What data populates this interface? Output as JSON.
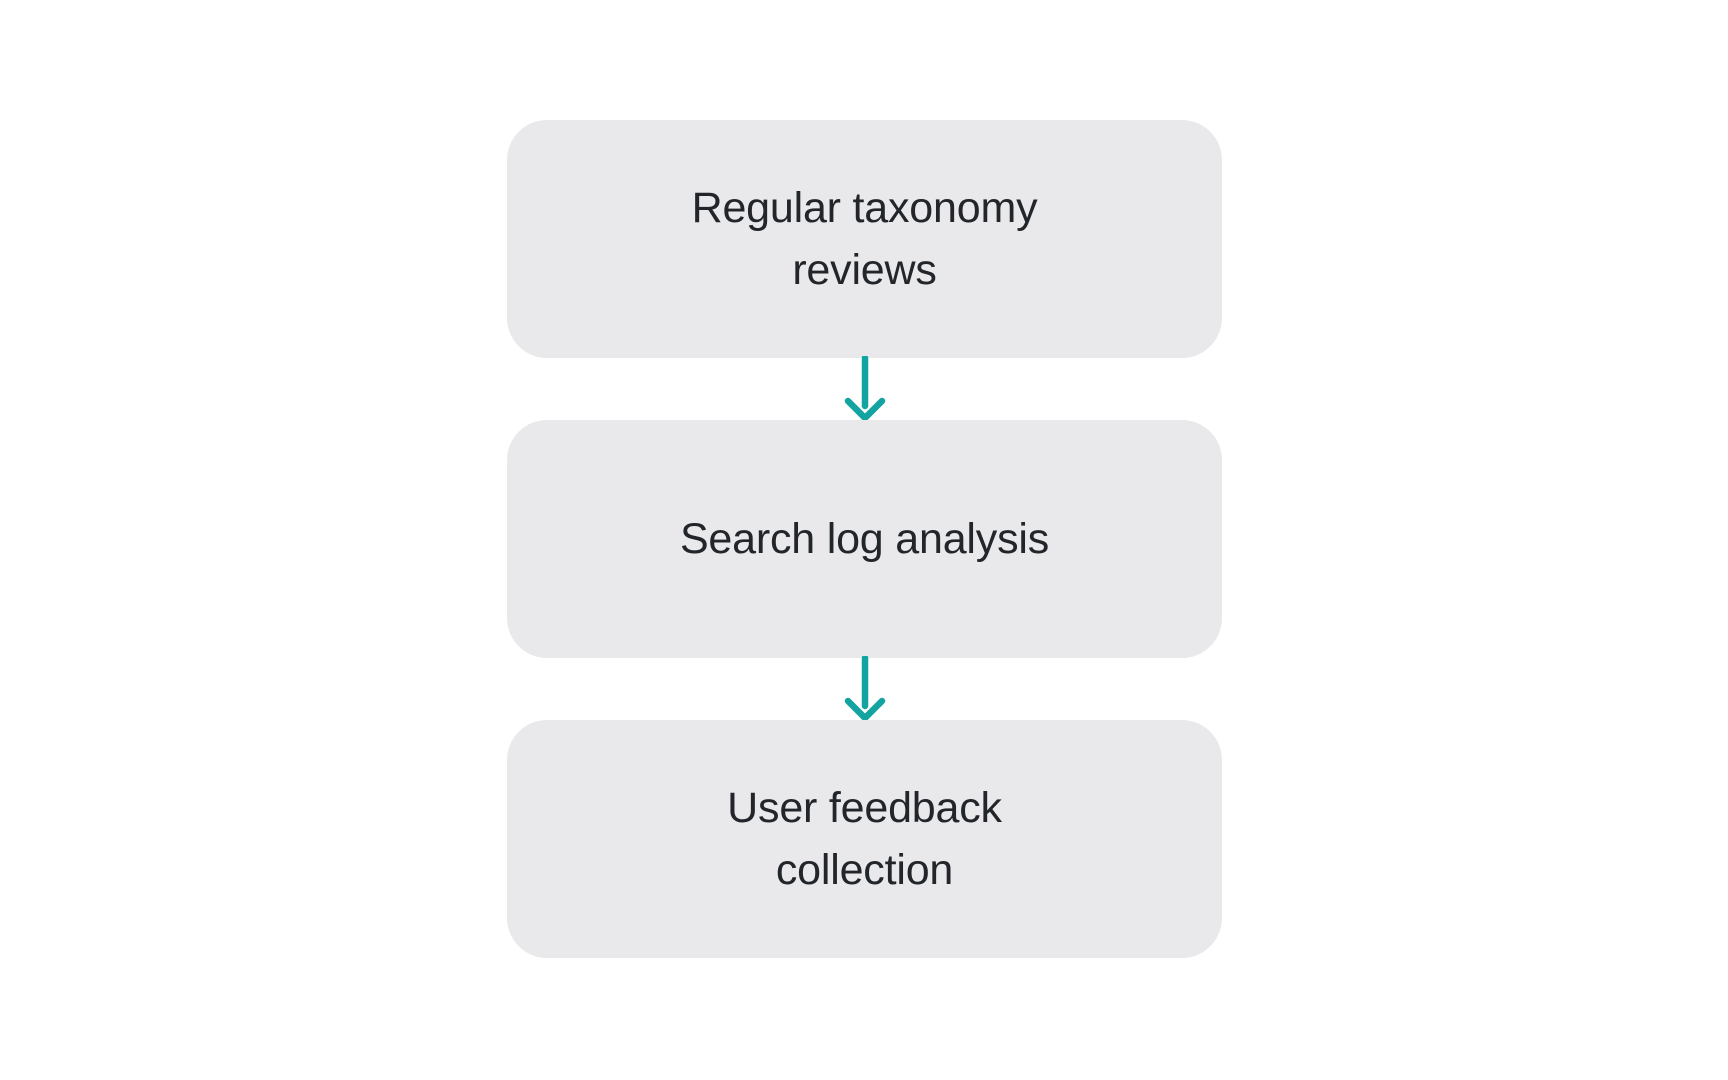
{
  "diagram": {
    "type": "flowchart",
    "orientation": "vertical-top-to-bottom",
    "background_color": "#FFFFFF",
    "node_fill_color": "#E9E9EB",
    "node_text_color": "#22252A",
    "edge_color": "#13A3A0",
    "nodes": [
      {
        "id": "node-0",
        "label": "Regular taxonomy\nreviews",
        "shape": "rounded-rectangle"
      },
      {
        "id": "node-1",
        "label": "Search log analysis",
        "shape": "rounded-rectangle"
      },
      {
        "id": "node-2",
        "label": "User feedback\ncollection",
        "shape": "rounded-rectangle"
      }
    ],
    "edges": [
      {
        "id": "edge-0",
        "from": "node-0",
        "to": "node-1",
        "label": "",
        "marker": "arrow-down-icon"
      },
      {
        "id": "edge-1",
        "from": "node-1",
        "to": "node-2",
        "label": "",
        "marker": "arrow-down-icon"
      }
    ]
  }
}
